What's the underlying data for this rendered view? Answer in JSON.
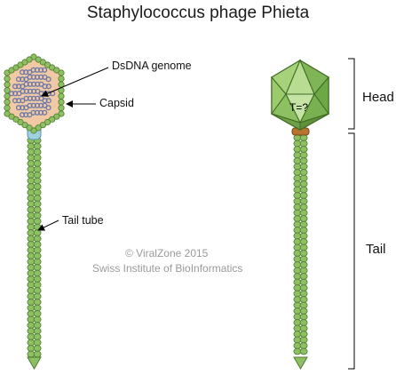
{
  "title": "Staphylococcus phage Phieta",
  "labels": {
    "dsdna": "DsDNA genome",
    "capsid": "Capsid",
    "tail_tube": "Tail tube",
    "head": "Head",
    "tail": "Tail",
    "triangulation": "T=?"
  },
  "credit": {
    "line1": "© ViralZone 2015",
    "line2": "Swiss Institute of BioInformatics"
  },
  "colors": {
    "capsid_green": "#8cc063",
    "capsid_dark": "#4f7a2e",
    "capsid_light": "#b9dc93",
    "genome_fill": "#f1c9a5",
    "dna_blue": "#6a78a8",
    "tail_green": "#8cc063",
    "collar_brown": "#b8732e",
    "portal_blue": "#9fd0e0"
  }
}
